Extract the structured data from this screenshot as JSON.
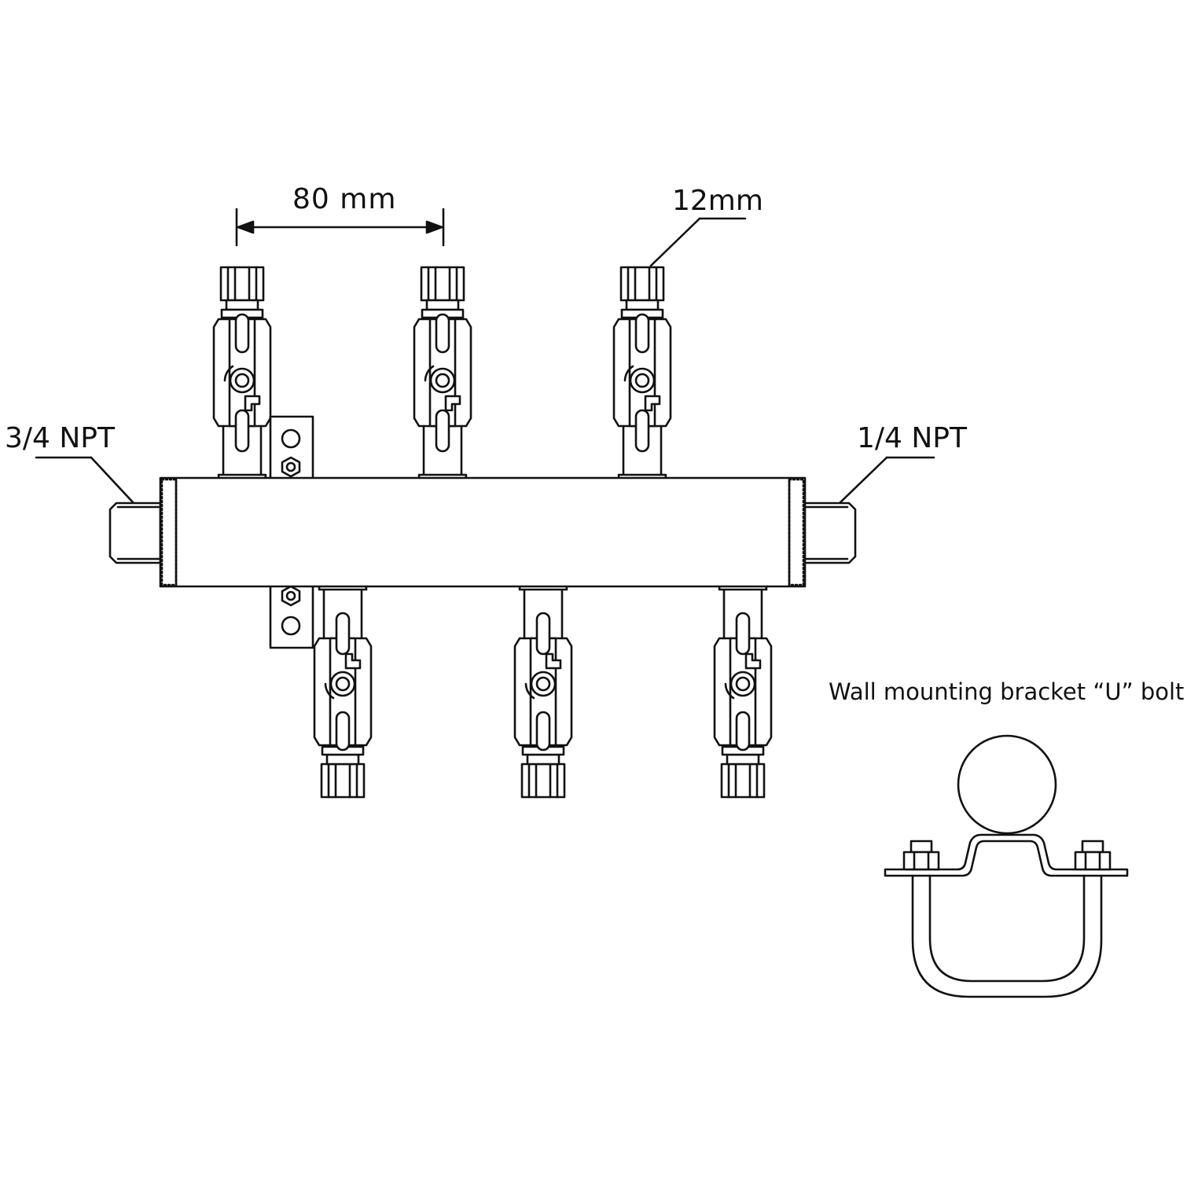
{
  "labels": {
    "spacing": "80 mm",
    "tube_size": "12mm",
    "inlet": "3/4 NPT",
    "outlet": "1/4 NPT",
    "bracket": "Wall mounting bracket “U” bolt"
  },
  "colors": {
    "line": "#111111",
    "background": "#ffffff"
  }
}
